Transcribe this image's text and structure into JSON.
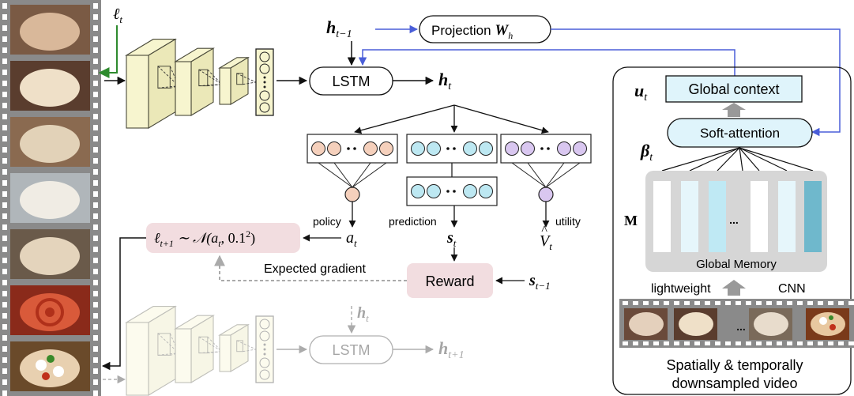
{
  "colors": {
    "film": "#8a8a8a",
    "film_hole": "#ffffff",
    "cnn_fill": "#f7f5cf",
    "cnn_stroke": "#4a4a3a",
    "policy_fill": "#f5d0bc",
    "pred_fill": "#bde8f2",
    "utility_fill": "#d9c7f0",
    "reward_fill": "#f2dde0",
    "formula_fill": "#f2dde0",
    "context_fill": "#dff4fb",
    "attention_fill": "#dff4fb",
    "memory_fill": "#d6d6d6",
    "memory_cols": [
      "#ffffff",
      "#e6f6fb",
      "#bfe9f4",
      "#ffffff",
      "#e6f6fb",
      "#6fb8cc"
    ],
    "green_arrow": "#2e8b2e",
    "blue_arrow": "#4a5ed8",
    "gray": "#aaaaaa"
  },
  "frames": [
    "dough-kneading",
    "dough-ball",
    "dough-scraper",
    "dough-in-bowl",
    "dough-stretch",
    "pizza-sauce",
    "pizza-toppings"
  ],
  "labels": {
    "l_t": "ℓ_t",
    "h_prev": "h_{t−1}",
    "projection": "Projection W_h",
    "lstm_top": "LSTM",
    "h_t": "h_t",
    "policy": "policy",
    "prediction": "prediction",
    "utility": "utility",
    "a_t": "a_t",
    "s_t": "s_t",
    "v_t": "V̂_t",
    "formula": "ℓ_{t+1} ∼ 𝒩(a_t, 0.1²)",
    "expected_gradient": "Expected gradient",
    "reward": "Reward",
    "s_prev": "s_{t−1}",
    "h_t_faded": "h_t",
    "lstm_bottom": "LSTM",
    "h_next": "h_{t+1}",
    "u_t": "u_t",
    "global_context": "Global context",
    "beta_t": "β_t",
    "soft_attention": "Soft-attention",
    "M": "M",
    "memory_dots": "...",
    "global_memory": "Global Memory",
    "lightweight": "lightweight",
    "cnn": "CNN",
    "film_dots": "...",
    "video_caption_1": "Spatially & temporally",
    "video_caption_2": "downsampled video"
  }
}
